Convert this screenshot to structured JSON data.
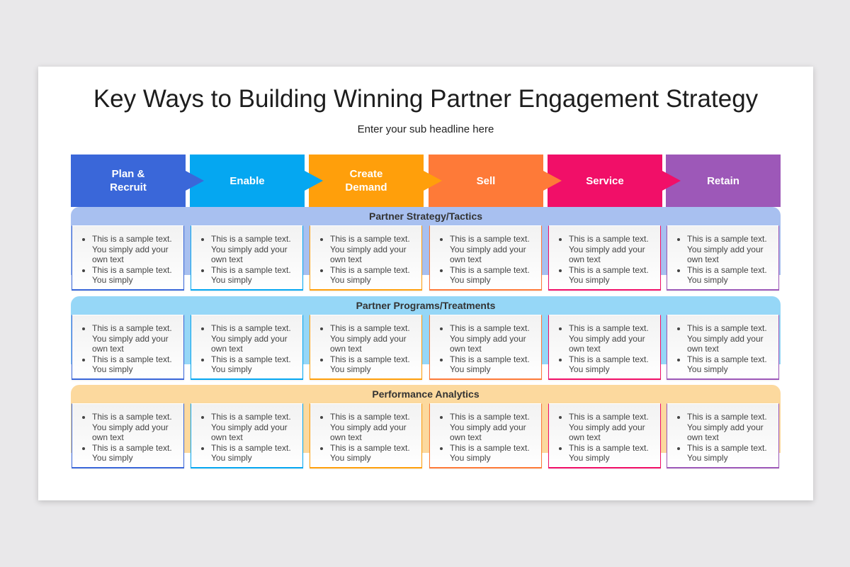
{
  "title": "Key Ways to Building Winning Partner Engagement Strategy",
  "subtitle": "Enter your sub headline here",
  "stages": [
    {
      "label": "Plan &\nRecruit",
      "color": "#3a67d9"
    },
    {
      "label": "Enable",
      "color": "#05a7f1"
    },
    {
      "label": "Create\nDemand",
      "color": "#ff9f0b"
    },
    {
      "label": "Sell",
      "color": "#fe7a38"
    },
    {
      "label": "Service",
      "color": "#f10f68"
    },
    {
      "label": "Retain",
      "color": "#9d58b8"
    }
  ],
  "sections": [
    {
      "label": "Partner Strategy/Tactics",
      "color": "#a8c0f0"
    },
    {
      "label": "Partner Programs/Treatments",
      "color": "#96d7f7"
    },
    {
      "label": "Performance Analytics",
      "color": "#fcd99e"
    }
  ],
  "card_text": {
    "bullet_1": "This is a sample text. You simply add your own text",
    "bullet_2": "This is a sample text. You simply"
  }
}
